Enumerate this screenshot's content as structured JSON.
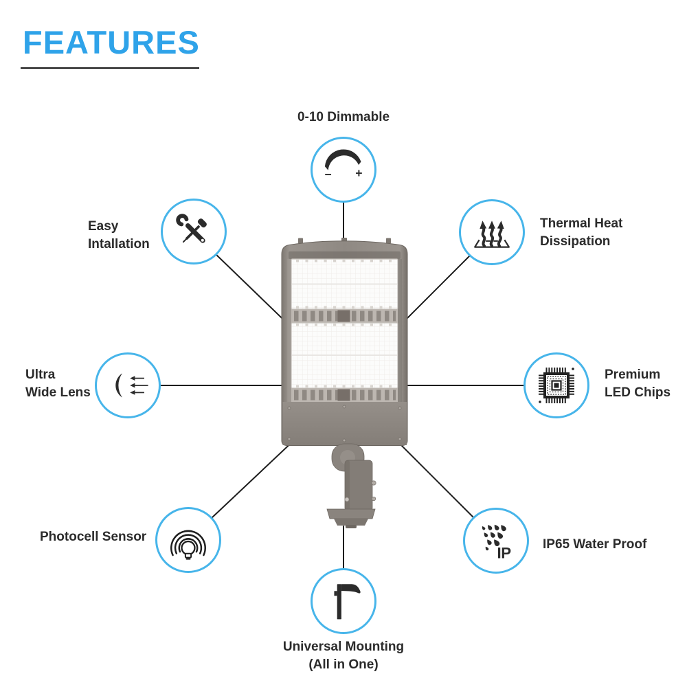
{
  "heading": {
    "text": "FEATURES",
    "color": "#2FA3E9"
  },
  "colors": {
    "circle_border_blue": "#47B5EA",
    "connector_line": "#1C1C1C",
    "label_text": "#2B2B2B",
    "icon_black": "#2B2B2B",
    "housing_gray": "#8D8781",
    "led_panel_white": "#FBFBFA"
  },
  "features": {
    "dimmable": {
      "label": "0-10 Dimmable",
      "icon": "dimmer-dial-icon",
      "minus_glyph": "−",
      "plus_glyph": "+"
    },
    "easy_installation": {
      "line1": "Easy",
      "line2": "Intallation",
      "icon": "wrench-screwdriver-icon"
    },
    "thermal": {
      "line1": "Thermal Heat",
      "line2": "Dissipation",
      "icon": "heat-dissipation-icon"
    },
    "wide_lens": {
      "line1": "Ultra",
      "line2": "Wide Lens",
      "icon": "wide-lens-icon"
    },
    "led_chips": {
      "line1": "Premium",
      "line2": "LED Chips",
      "icon": "led-chip-icon"
    },
    "photocell": {
      "label": "Photocell Sensor",
      "icon": "photocell-bulb-icon"
    },
    "waterproof": {
      "label": "IP65 Water Proof",
      "icon": "water-drops-ip-icon",
      "icon_text": "IP"
    },
    "mounting": {
      "line1": "Universal Mounting",
      "line2": "(All in One)",
      "icon": "mount-arm-icon"
    }
  },
  "product_image": {
    "name": "led-shoebox-area-light"
  }
}
